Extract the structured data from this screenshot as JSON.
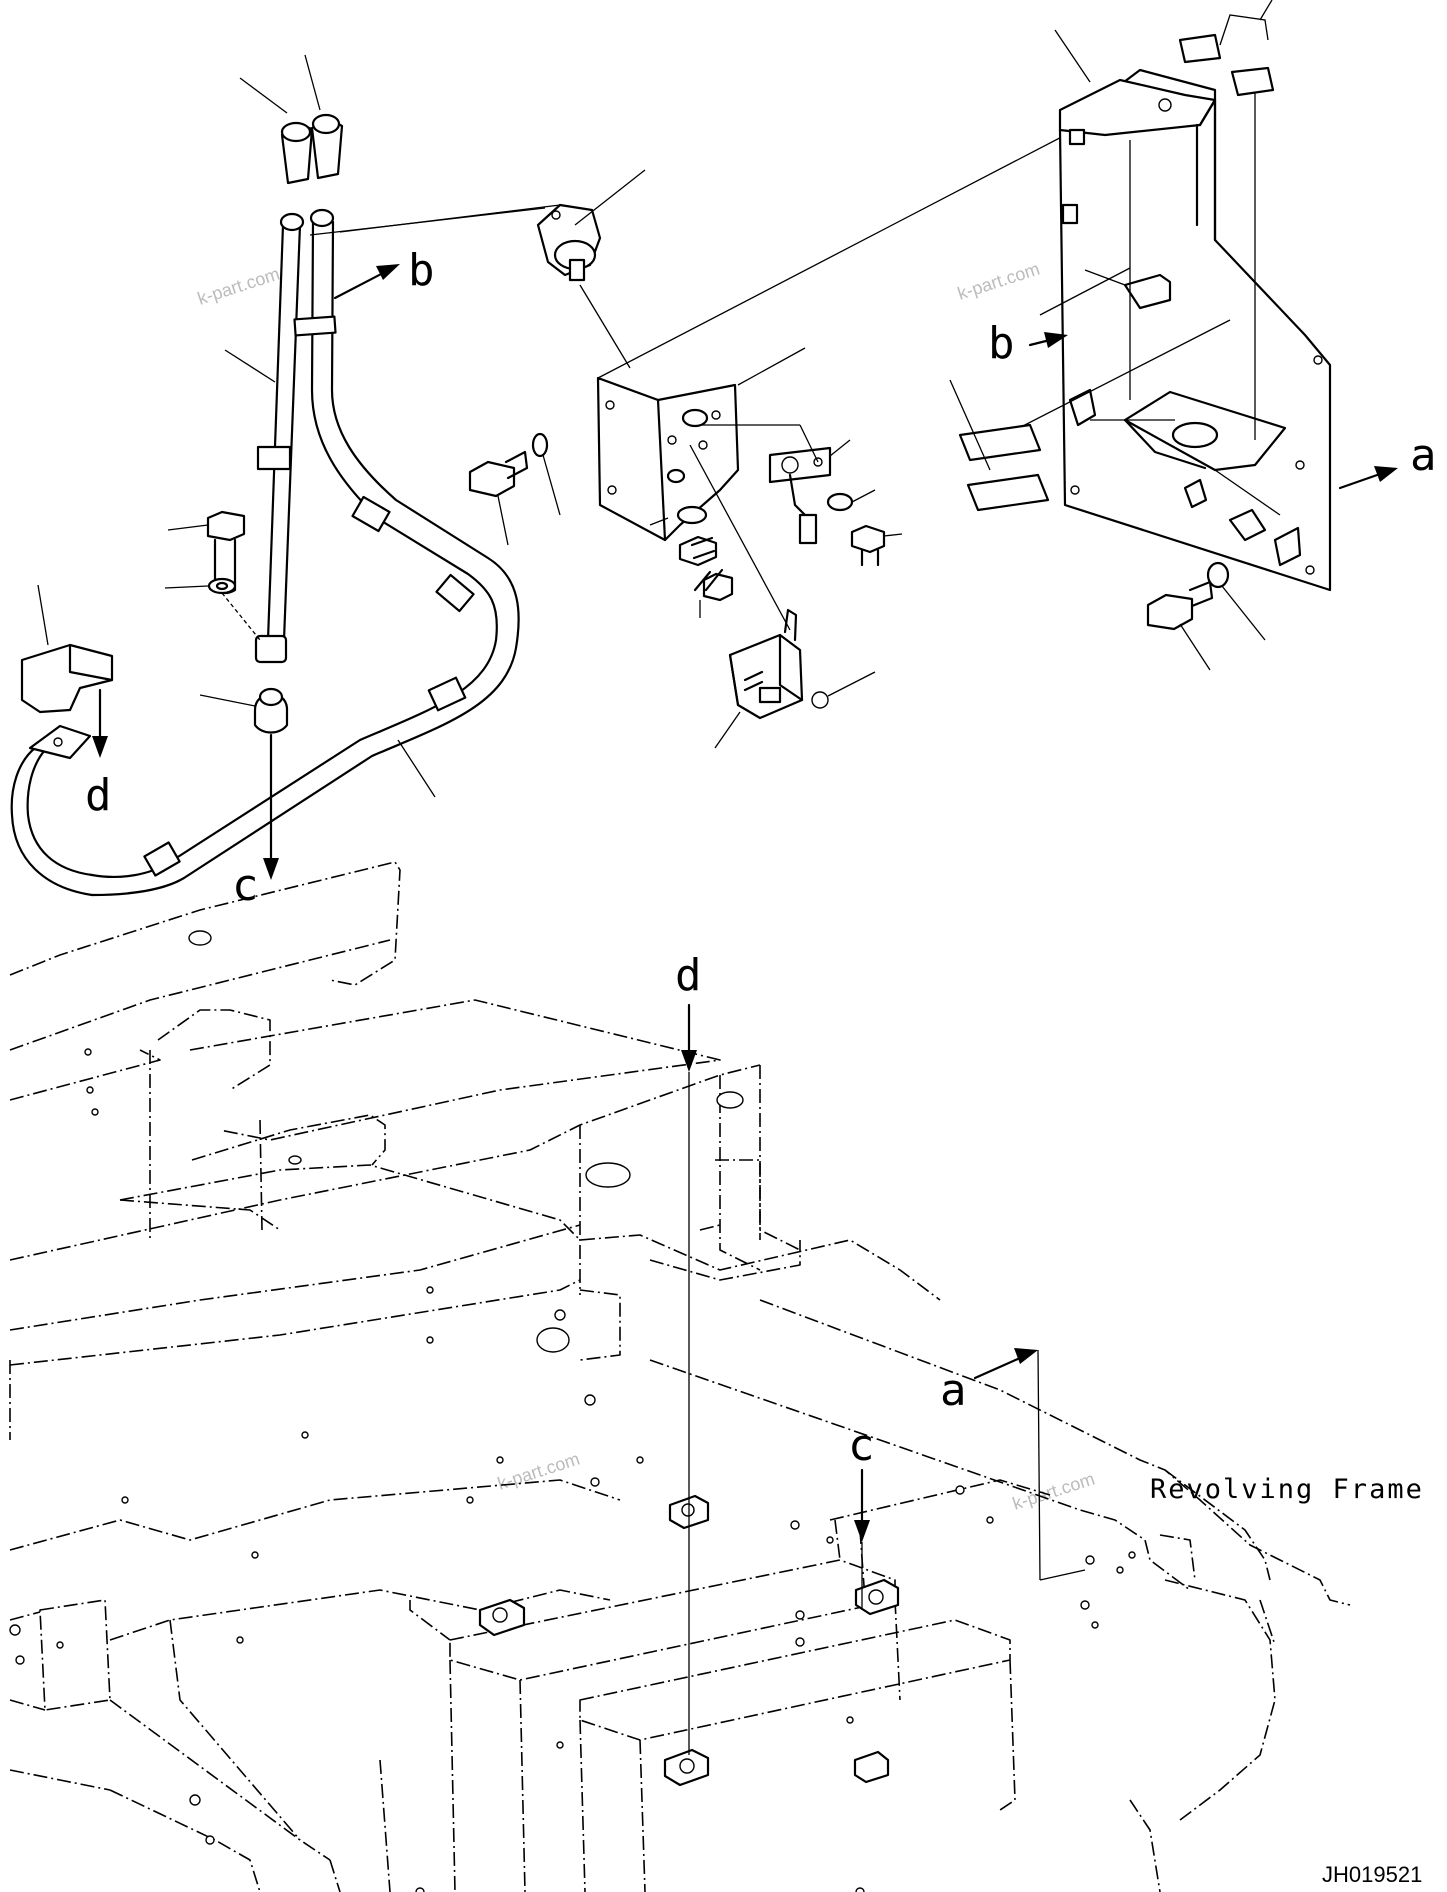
{
  "labels": {
    "a_right": "a",
    "a_frame": "a",
    "b_harness": "b",
    "b_bracket": "b",
    "c_harness": "c",
    "c_frame": "c",
    "d_harness": "d",
    "d_frame": "d"
  },
  "caption": "Revolving Frame",
  "drawing_code": "JH019521",
  "watermarks": [
    "k-part.com",
    "k-part.com",
    "k-part.com",
    "k-part.com"
  ]
}
